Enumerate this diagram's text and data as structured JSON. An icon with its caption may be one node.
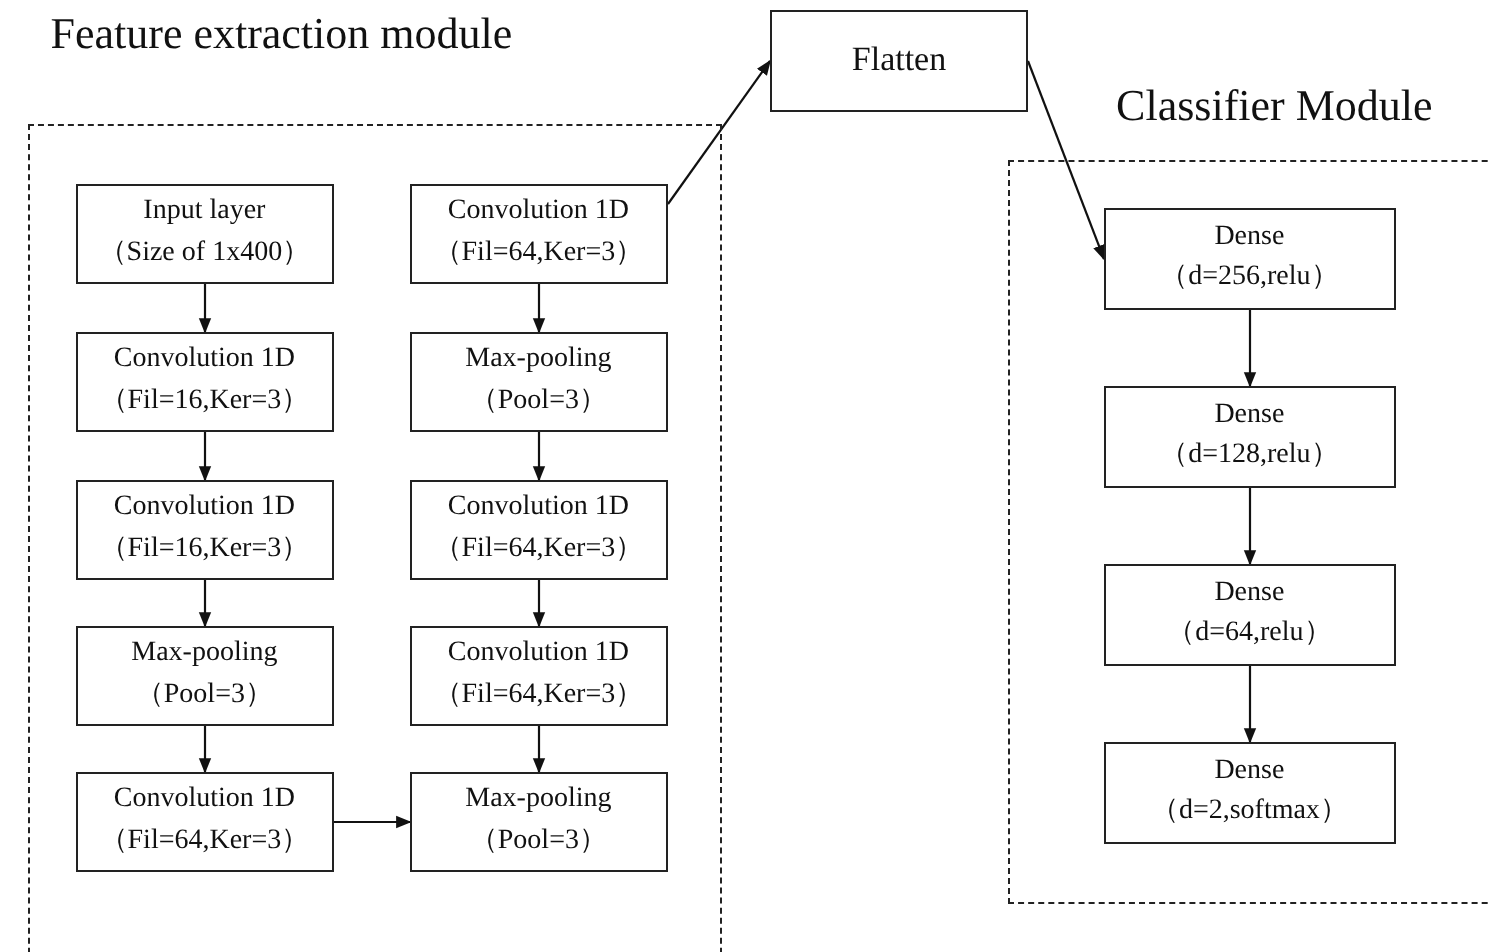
{
  "diagram": {
    "nodes": [
      {
        "text": [
          "Feature extraction module"
        ]
      },
      {
        "text": [
          "Input layer",
          "（Size of 1x400）"
        ],
        "in": 0
      },
      {
        "text": [
          "Convolution 1D",
          "（Fil=16,Ker=3）"
        ],
        "in": 0
      },
      {
        "text": [
          "Convolution 1D",
          "（Fil=16,Ker=3）"
        ],
        "in": 0
      },
      {
        "text": [
          "Max-pooling",
          "（Pool=3）"
        ],
        "in": 0
      },
      {
        "text": [
          "Convolution 1D",
          "（Fil=64,Ker=3）"
        ],
        "in": 0
      },
      {
        "text": [
          "Convolution 1D",
          "（Fil=64,Ker=3）"
        ],
        "in": 0
      },
      {
        "text": [
          "Max-pooling",
          "（Pool=3）"
        ],
        "in": 0
      },
      {
        "text": [
          "Convolution 1D",
          "（Fil=64,Ker=3）"
        ],
        "in": 0
      },
      {
        "text": [
          "Convolution 1D",
          "（Fil=64,Ker=3）"
        ],
        "in": 0
      },
      {
        "text": [
          "Max-pooling",
          "（Pool=3）"
        ],
        "in": 0
      },
      {
        "text": [
          "Flatten"
        ]
      },
      {
        "text": [
          "Classifier Module"
        ]
      },
      {
        "text": [
          "Dense",
          "（d=256,relu）"
        ],
        "in": 12
      },
      {
        "text": [
          "Dense",
          "（d=128,relu）"
        ],
        "in": 12
      },
      {
        "text": [
          "Dense",
          "（d=64,relu）"
        ],
        "in": 12
      },
      {
        "text": [
          "Dense",
          "（d=2,softmax）"
        ],
        "in": 12
      }
    ],
    "edges": [
      {
        "from": 1,
        "to": 2,
        "arrow": "to"
      },
      {
        "from": 2,
        "to": 3,
        "arrow": "to"
      },
      {
        "from": 3,
        "to": 4,
        "arrow": "to"
      },
      {
        "from": 4,
        "to": 5,
        "arrow": "to"
      },
      {
        "from": 5,
        "to": 10,
        "arrow": "to"
      },
      {
        "from": 6,
        "to": 7,
        "arrow": "to"
      },
      {
        "from": 7,
        "to": 8,
        "arrow": "to"
      },
      {
        "from": 8,
        "to": 9,
        "arrow": "to"
      },
      {
        "from": 9,
        "to": 10,
        "arrow": "to"
      },
      {
        "from": 6,
        "to": 11,
        "arrow": "to"
      },
      {
        "from": 11,
        "to": 13,
        "arrow": "to"
      },
      {
        "from": 13,
        "to": 14,
        "arrow": "to"
      },
      {
        "from": 14,
        "to": 15,
        "arrow": "to"
      },
      {
        "from": 15,
        "to": 16,
        "arrow": "to"
      }
    ]
  }
}
